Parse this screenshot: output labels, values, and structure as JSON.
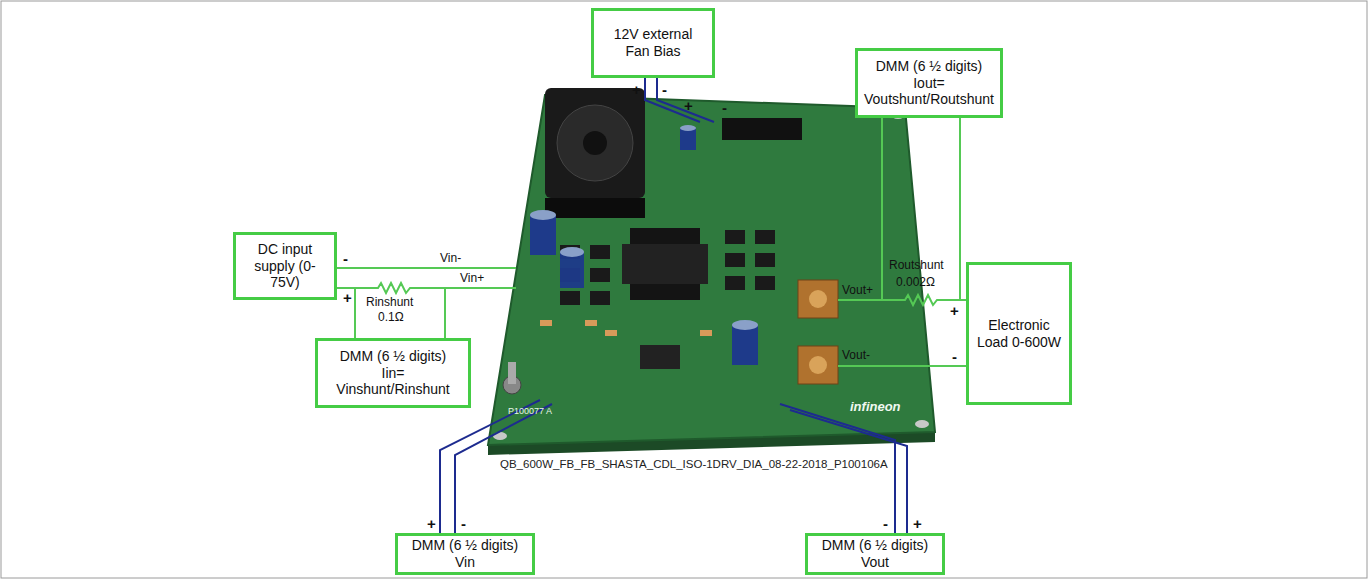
{
  "diagram": {
    "nodes": [
      {
        "text": [
          "12V external Fan Bias"
        ]
      },
      {
        "text": [
          "DC input supply (0-75V)"
        ]
      },
      {
        "text": [
          "DMM (6 ½ digits)",
          "Iout= Voutshunt/Routshunt"
        ]
      },
      {
        "text": [
          "DMM (6 ½ digits)",
          "Iin= Vinshunt/Rinshunt"
        ]
      },
      {
        "text": [
          "Electronic Load 0-600W"
        ]
      },
      {
        "text": [
          "DMM (6 ½ digits)",
          "Vin"
        ]
      },
      {
        "text": [
          "DMM (6 ½ digits)",
          "Vout"
        ]
      }
    ],
    "edges": [
      {
        "from": 1,
        "to": 3,
        "arrow": "none"
      },
      {
        "from": 2,
        "to": 4,
        "arrow": "none"
      }
    ],
    "labels": [
      "+",
      "-",
      "+",
      "-",
      "-",
      "+",
      "Vin-",
      "Vin+",
      "Rinshunt",
      "0.1Ω",
      "Routshunt",
      "0.002Ω",
      "Vout+",
      "Vout-",
      "+",
      "-",
      "+",
      "-",
      "-",
      "+",
      "QB_600W_FB_FB_SHASTA_CDL_ISO-1DRV_DIA_08-22-2018_P100106A",
      "P100077 A",
      "infineon"
    ]
  }
}
